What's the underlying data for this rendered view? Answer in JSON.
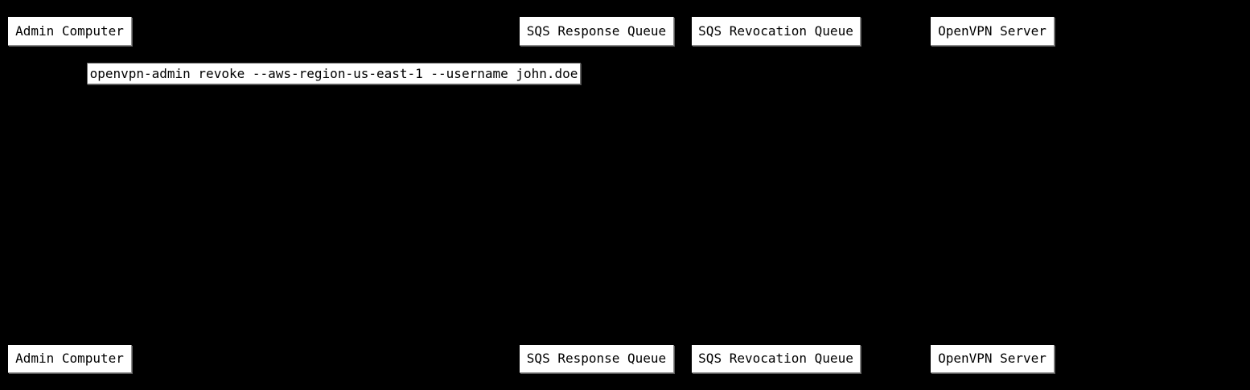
{
  "diagram": {
    "kind": "sequence-diagram",
    "colors": {
      "background": "#000000",
      "box_fill": "#ffffff",
      "box_text": "#000000",
      "box_edge": "#808080"
    },
    "participants": [
      "Admin Computer",
      "SQS Response Queue",
      "SQS Revocation Queue",
      "OpenVPN Server"
    ],
    "message_label": "openvpn-admin revoke --aws-region-us-east-1 --username john.doe"
  }
}
